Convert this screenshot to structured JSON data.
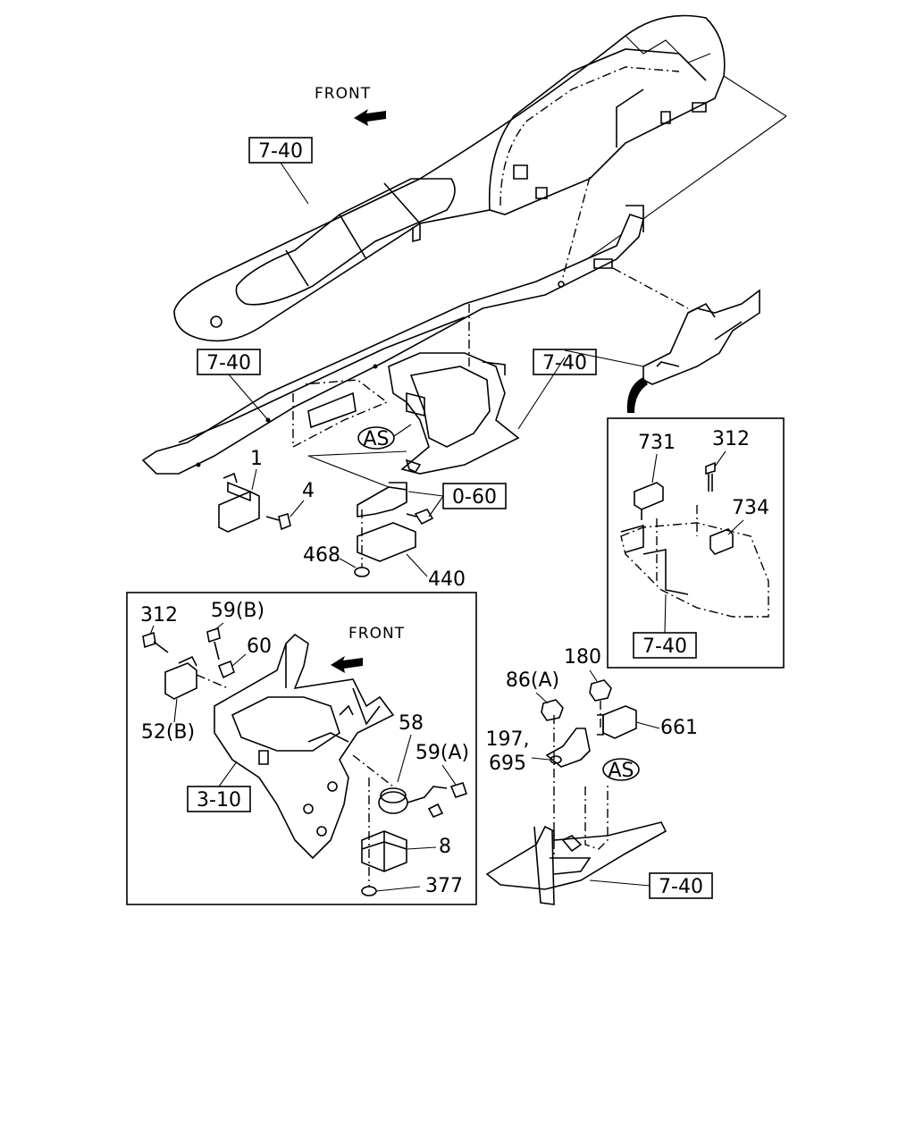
{
  "front_labels": [
    "FRONT",
    "FRONT"
  ],
  "ref_boxes": {
    "dash_panel": "7-40",
    "crossmember_left": "7-40",
    "crossmember_right": "7-40",
    "inset_right": "7-40",
    "bottom_right": "7-40",
    "bracket_0_60": "0-60",
    "inset_left": "3-10"
  },
  "as_markers": [
    "AS",
    "AS"
  ],
  "part_labels": {
    "p1": "1",
    "p4": "4",
    "p468": "468",
    "p440": "440",
    "p731": "731",
    "p312_right": "312",
    "p734": "734",
    "p312_left": "312",
    "p59b": "59(B)",
    "p60": "60",
    "p52b": "52(B)",
    "p58": "58",
    "p59a": "59(A)",
    "p8": "8",
    "p377": "377",
    "p86a": "86(A)",
    "p180": "180",
    "p197": "197,",
    "p695": "695",
    "p661": "661"
  },
  "icons": [
    "front-arrow-icon",
    "callout-arrow-icon"
  ]
}
